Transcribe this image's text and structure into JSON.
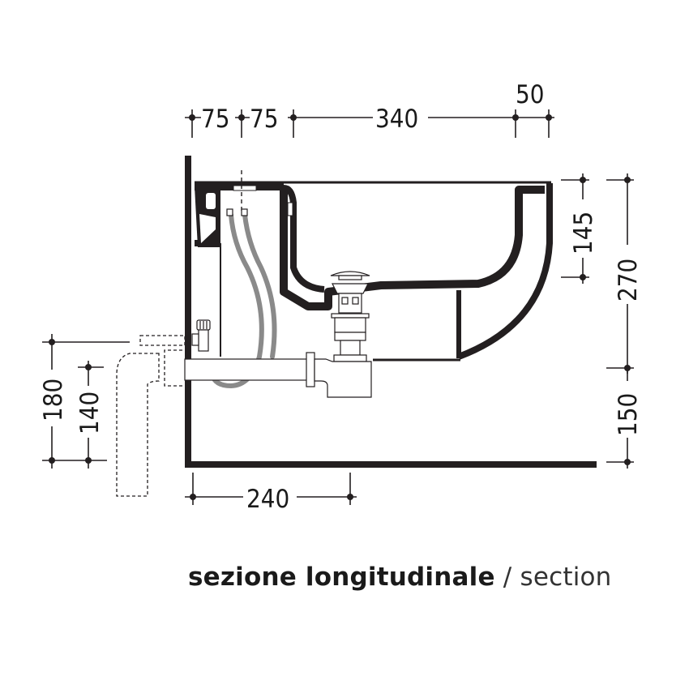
{
  "drawing": {
    "title": "sezione longitudinale",
    "separator": "/",
    "subtitle": "section",
    "colors": {
      "outline": "#231f20",
      "hose": "#8a8a8a",
      "background": "#ffffff"
    },
    "dimensions": {
      "top": [
        {
          "id": "top-1",
          "label": "75"
        },
        {
          "id": "top-2",
          "label": "75"
        },
        {
          "id": "top-3",
          "label": "340"
        },
        {
          "id": "top-4",
          "label": "50"
        }
      ],
      "right_inner": {
        "label": "145"
      },
      "right_outer_upper": {
        "label": "270"
      },
      "right_outer_lower": {
        "label": "150"
      },
      "left_outer": {
        "label": "180"
      },
      "left_inner": {
        "label": "140"
      },
      "bottom": {
        "label": "240"
      }
    }
  }
}
